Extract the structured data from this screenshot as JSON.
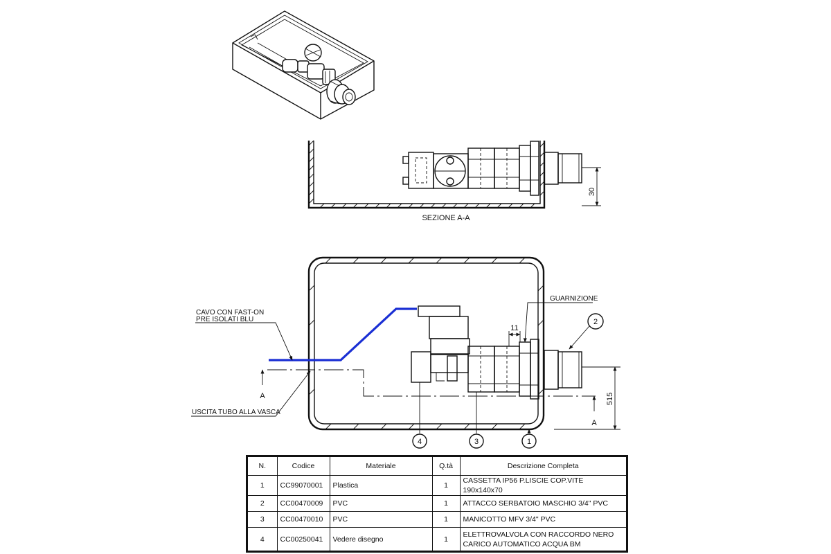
{
  "views": {
    "section_label": "SEZIONE A-A",
    "dim_section_height": "30",
    "dim_width": "11",
    "dim_height": "515",
    "section_marker": "A"
  },
  "callouts": {
    "cable": [
      "CAVO CON FAST-ON",
      "PRE ISOLATI BLU"
    ],
    "gasket": "GUARNIZIONE",
    "outlet": "USCITA TUBO ALLA VASCA",
    "balloons": [
      "1",
      "2",
      "3",
      "4"
    ]
  },
  "colors": {
    "cable": "#1a2fd4",
    "line": "#111111"
  },
  "bom": {
    "headers": [
      "N.",
      "Codice",
      "Materiale",
      "Q.tà",
      "Descrizione Completa"
    ],
    "rows": [
      {
        "n": "1",
        "code": "CC99070001",
        "material": "Plastica",
        "qty": "1",
        "desc": "CASSETTA IP56 P.LISCIE COP.VITE 190x140x70"
      },
      {
        "n": "2",
        "code": "CC00470009",
        "material": "PVC",
        "qty": "1",
        "desc": "ATTACCO SERBATOIO MASCHIO 3/4\" PVC"
      },
      {
        "n": "3",
        "code": "CC00470010",
        "material": "PVC",
        "qty": "1",
        "desc": "MANICOTTO MFV 3/4\" PVC"
      },
      {
        "n": "4",
        "code": "CC00250041",
        "material": "Vedere disegno",
        "qty": "1",
        "desc": "ELETTROVALVOLA CON RACCORDO NERO CARICO AUTOMATICO ACQUA BM"
      }
    ]
  }
}
